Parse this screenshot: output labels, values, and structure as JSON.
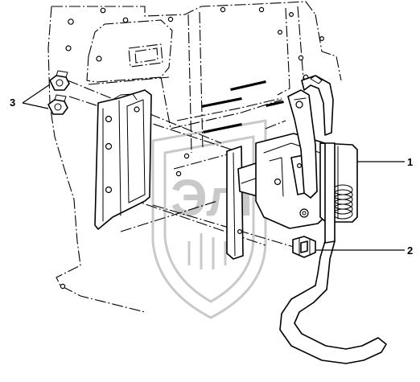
{
  "callouts": [
    {
      "id": "1",
      "label": "1"
    },
    {
      "id": "2",
      "label": "2"
    },
    {
      "id": "3",
      "label": "3"
    }
  ],
  "watermark": {
    "text": "ЭлП"
  }
}
